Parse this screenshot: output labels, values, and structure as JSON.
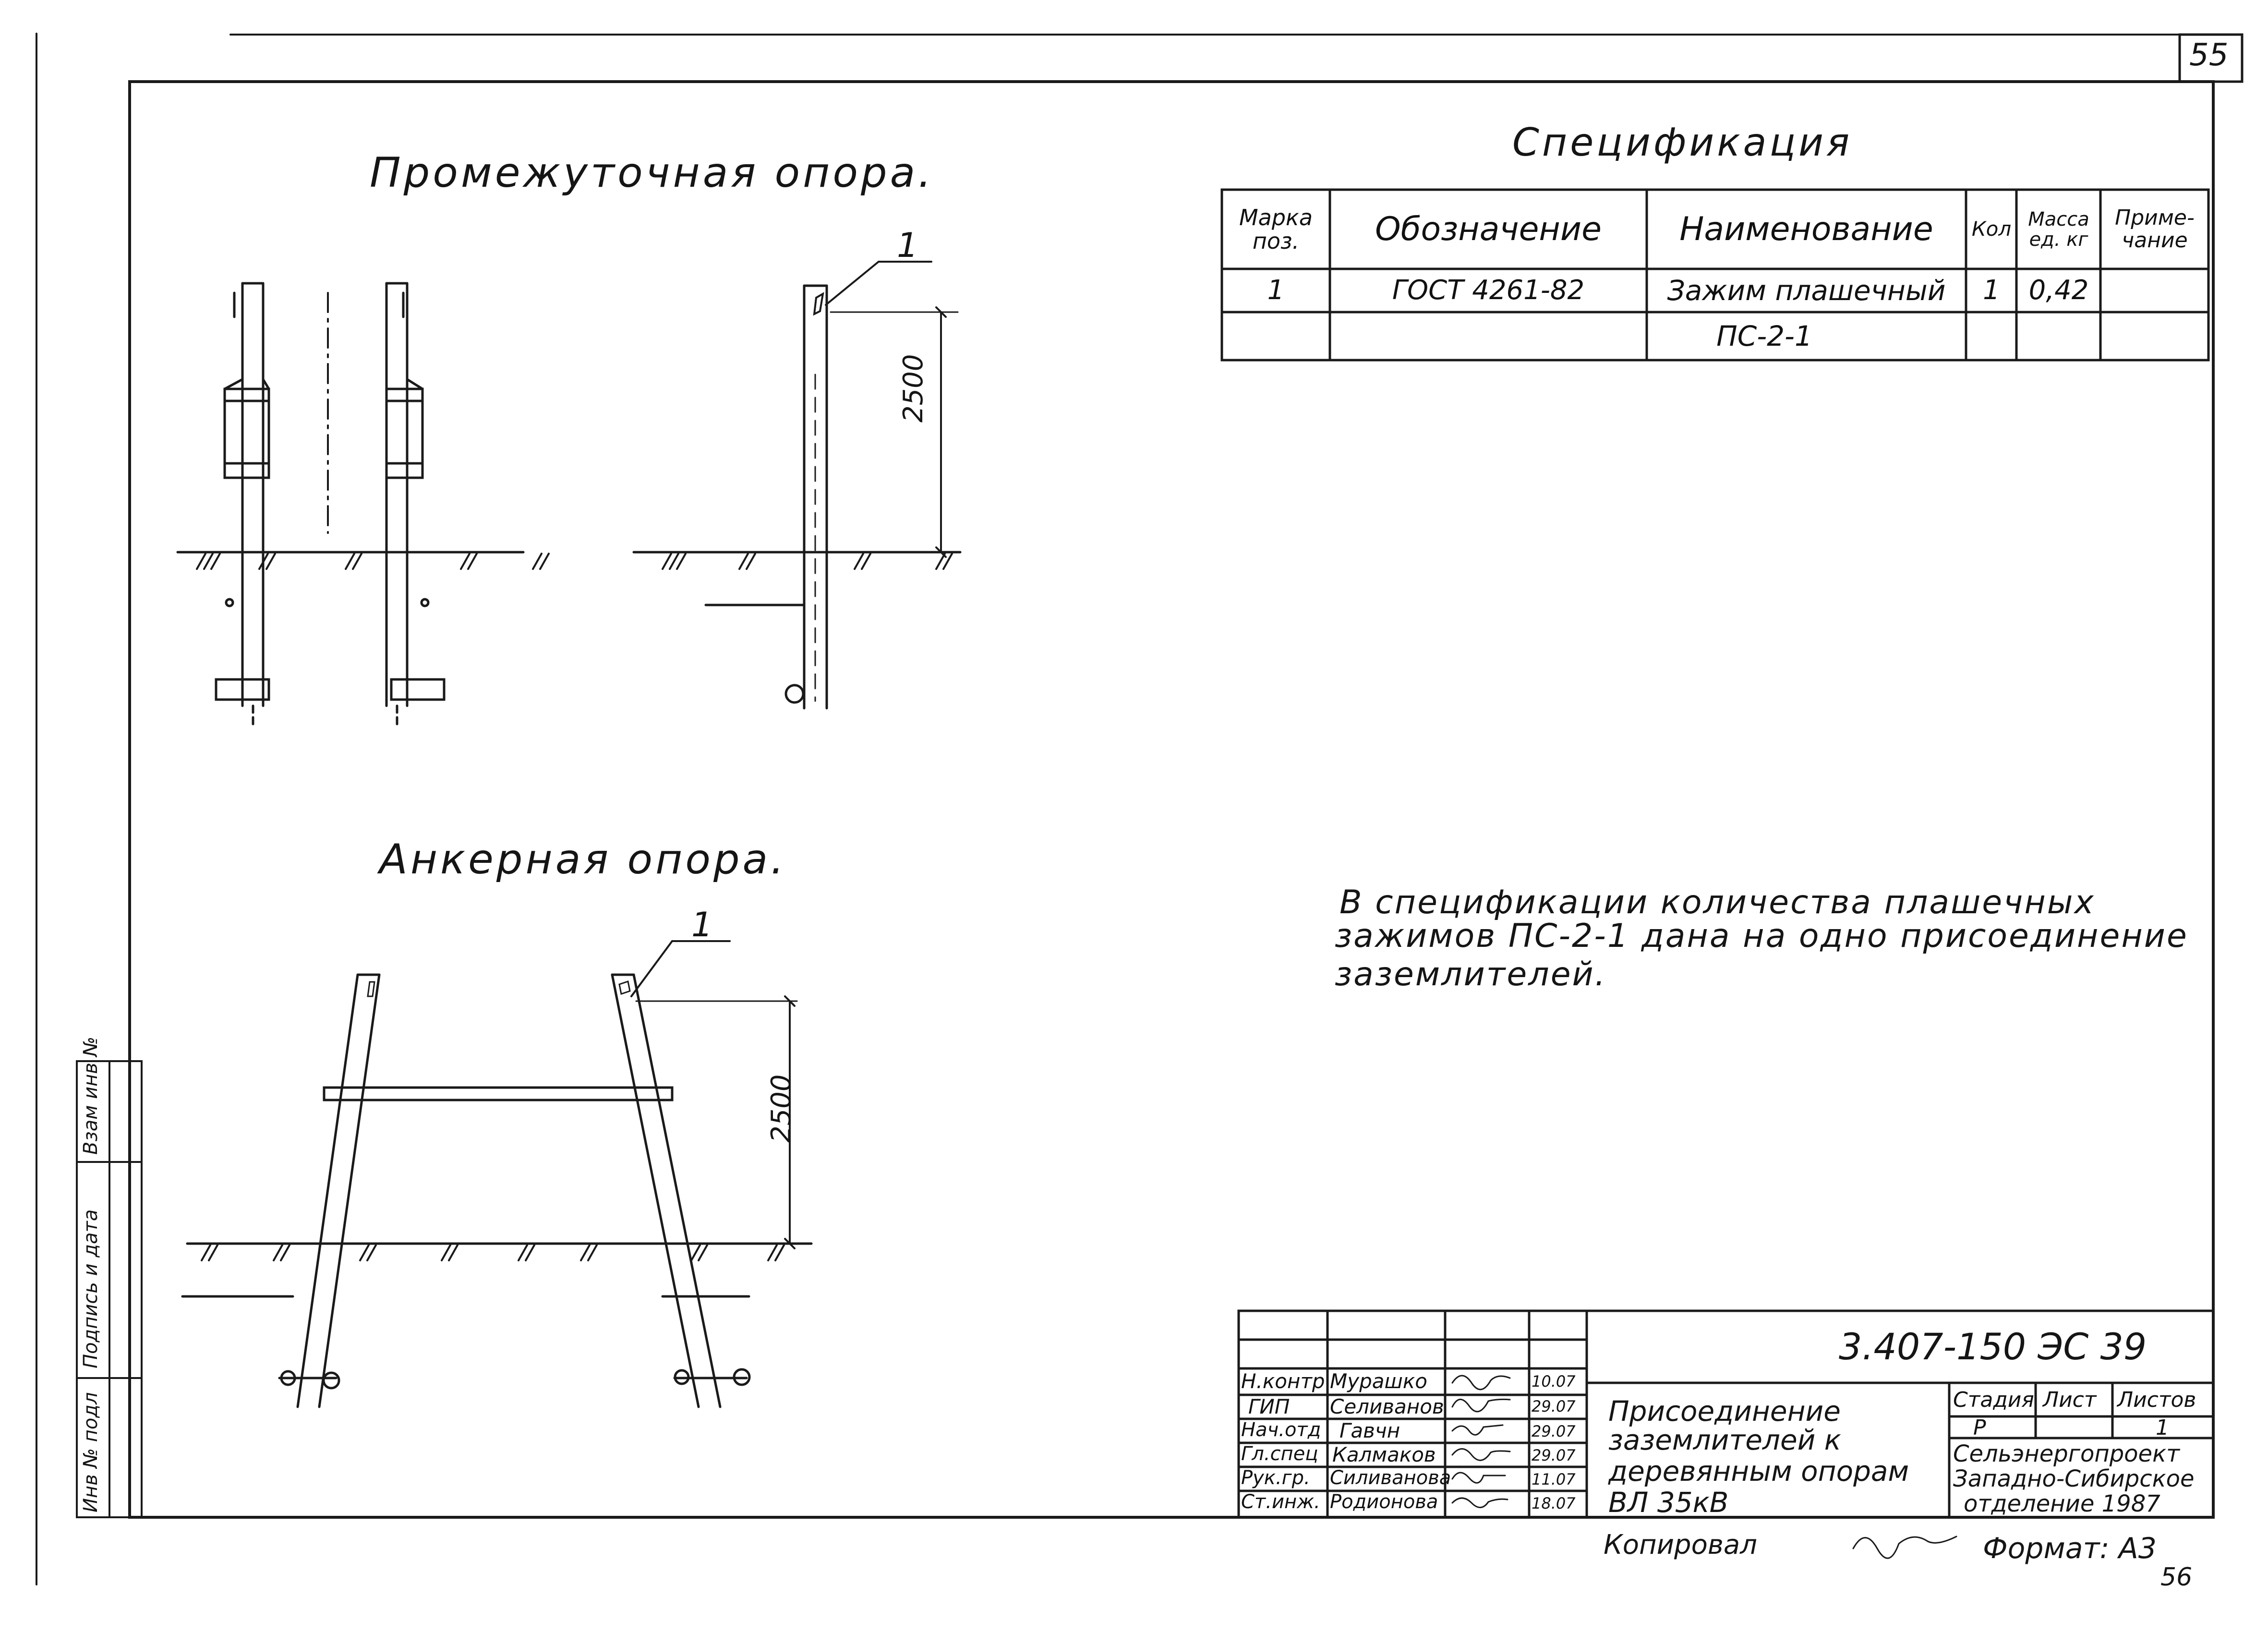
{
  "sheet": {
    "page_number": "55",
    "bottom_page_number": "56",
    "copied_by_label": "Копировал",
    "format_label": "Формат: А3"
  },
  "views": {
    "intermediate_title": "Промежуточная опора.",
    "anchor_title": "Анкерная опора.",
    "dimension_intermediate": "2500",
    "dimension_anchor": "2500",
    "callout_intermediate": "1",
    "callout_anchor": "1"
  },
  "spec": {
    "title": "Спецификация",
    "headers": {
      "mark": "Марка поз.",
      "designation": "Обозначение",
      "name": "Наименование",
      "qty": "Кол",
      "mass": "Масса ед. кг",
      "note": "Приме- чание"
    },
    "rows": [
      {
        "mark": "1",
        "designation": "ГОСТ 4261-82",
        "name": "Зажим плашечный",
        "qty": "1",
        "mass": "0,42",
        "note": ""
      },
      {
        "mark": "",
        "designation": "",
        "name": "ПС-2-1",
        "qty": "",
        "mass": "",
        "note": ""
      }
    ]
  },
  "note_text": {
    "line1": "В спецификации количества плашечных",
    "line2": "зажимов ПС-2-1 дана на одно присоединение",
    "line3": "заземлителей."
  },
  "side_stamp": {
    "inv_orig": "Инв № подл",
    "sign_date": "Подпись и дата",
    "inv_replace": "Взам инв №"
  },
  "title_block": {
    "doc_code": "3.407-150 ЭС 39",
    "people": [
      {
        "role": "Н.контр",
        "name": "Мурашко",
        "date": "10.07"
      },
      {
        "role": "ГИП",
        "name": "Селиванов",
        "date": "29.07"
      },
      {
        "role": "Нач.отд",
        "name": "Гавчн",
        "date": "29.07"
      },
      {
        "role": "Гл.спец",
        "name": "Калмаков",
        "date": "29.07"
      },
      {
        "role": "Рук.гр.",
        "name": "Силиванова",
        "date": "11.07"
      },
      {
        "role": "Ст.инж.",
        "name": "Родионова",
        "date": "18.07"
      }
    ],
    "drawing_name": {
      "line1": "Присоединение",
      "line2": "заземлителей к",
      "line3": "деревянным опорам",
      "line4": "ВЛ 35кВ"
    },
    "stage_label": "Стадия",
    "sheet_label": "Лист",
    "sheets_label": "Листов",
    "stage_value": "Р",
    "sheet_value": "",
    "sheets_value": "1",
    "org": {
      "line1": "Сельэнергопроект",
      "line2": "Западно-Сибирское",
      "line3": "отделение 1987"
    }
  }
}
